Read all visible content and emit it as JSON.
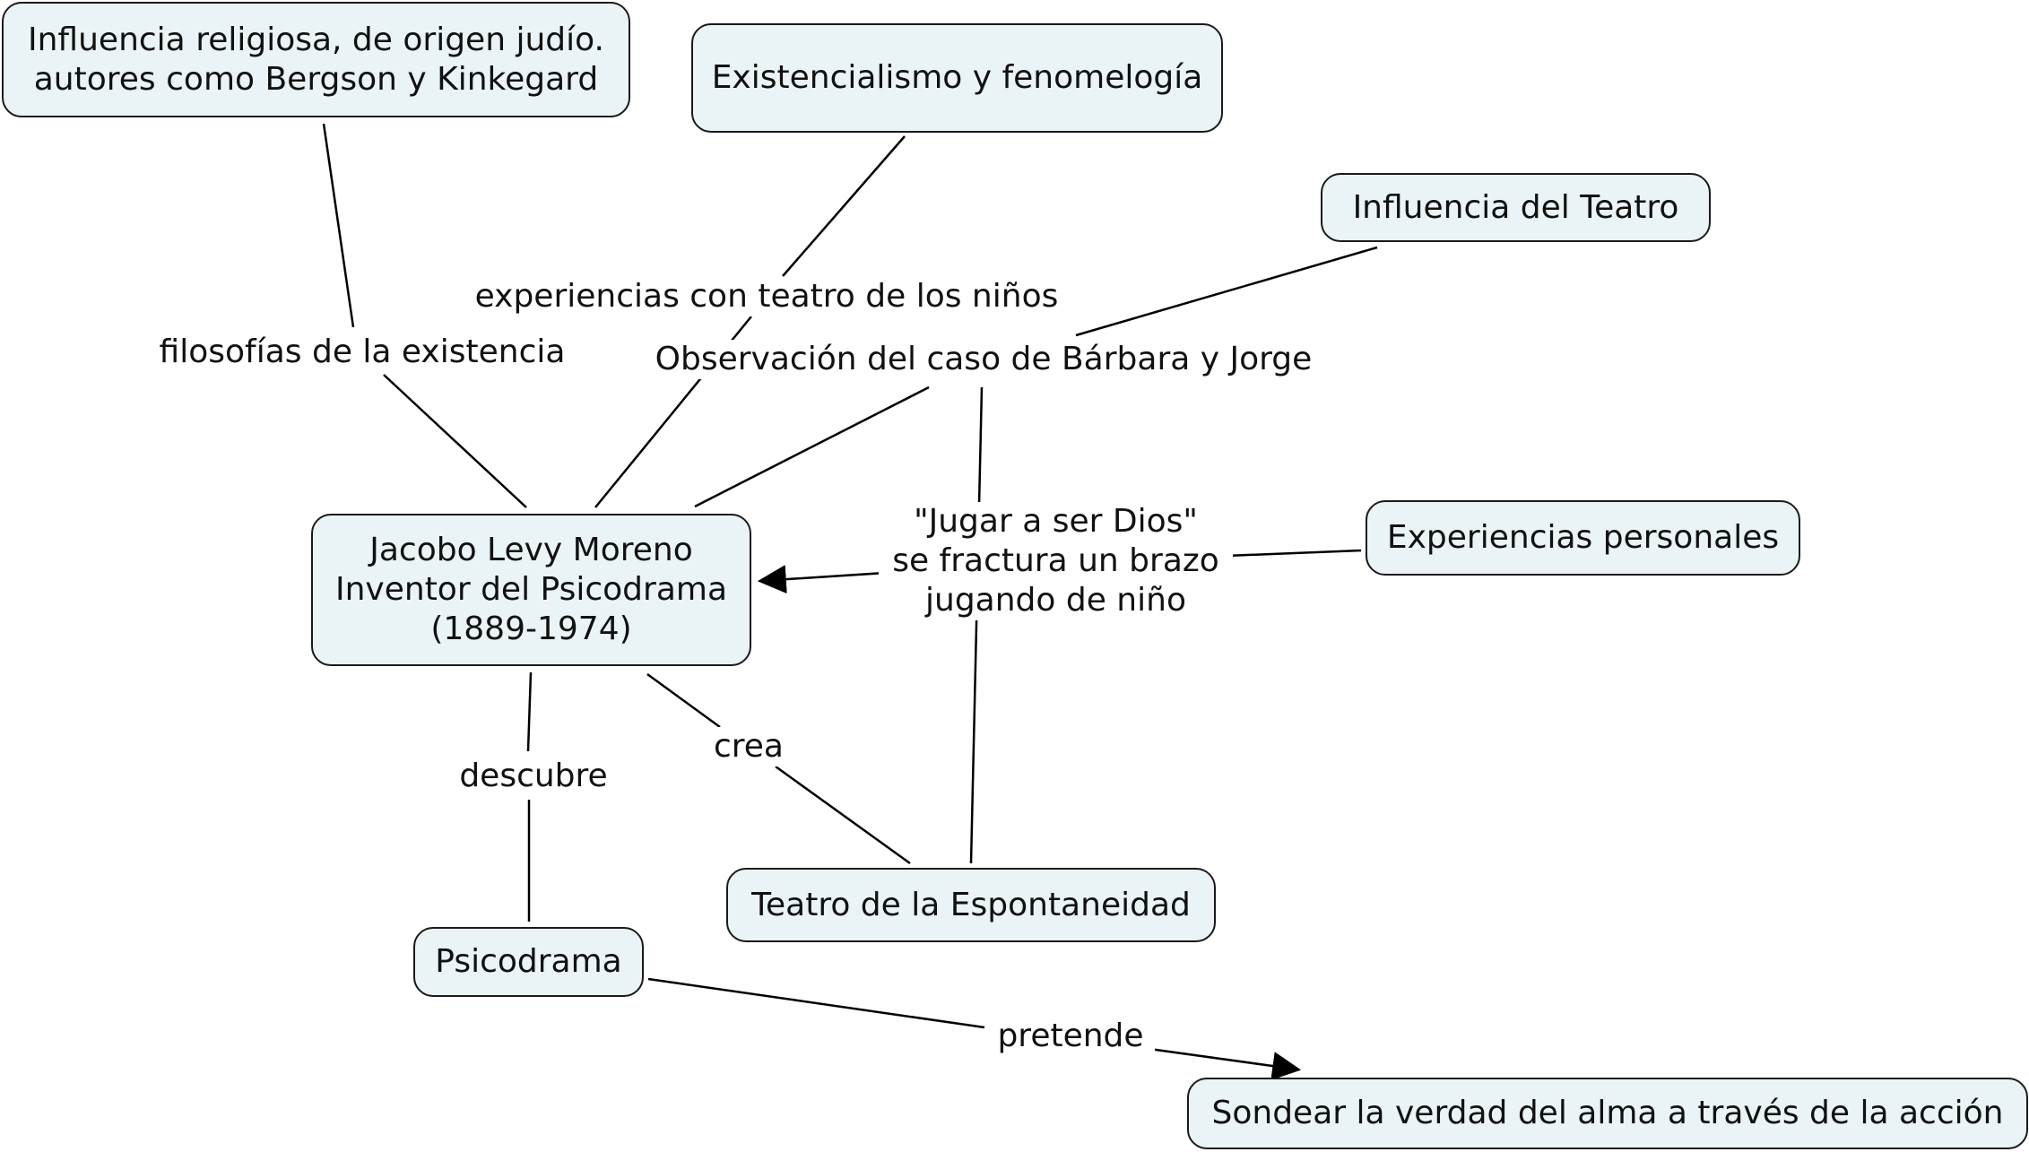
{
  "nodes": {
    "religiosa": "Influencia religiosa, de origen judío.\nautores como Bergson y Kinkegard",
    "existencialismo": "Existencialismo y fenomelogía",
    "teatro_influencia": "Influencia del Teatro",
    "moreno": "Jacobo Levy Moreno\nInventor del Psicodrama\n(1889-1974)",
    "experiencias": "Experiencias personales",
    "espontaneidad": "Teatro de la Espontaneidad",
    "psicodrama": "Psicodrama",
    "sondear": "Sondear la verdad del alma a través de la acción"
  },
  "links": {
    "filosofias": "filosofías de la existencia",
    "ninos": "experiencias con teatro de los niños",
    "observacion": "Observación del caso de Bárbara y Jorge",
    "jugar": "\"Jugar a ser Dios\"\nse fractura un brazo\njugando de niño",
    "crea": "crea",
    "descubre": "descubre",
    "pretende": "pretende"
  }
}
